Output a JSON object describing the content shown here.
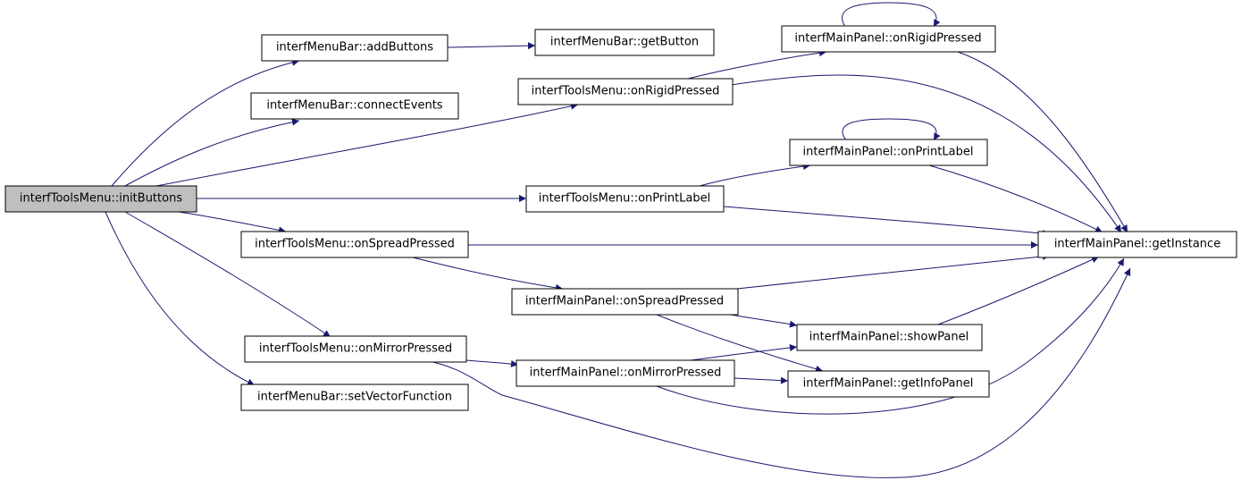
{
  "colors": {
    "edge": "#191970",
    "root_fill": "#bfbfbf",
    "node_fill": "#ffffff",
    "node_stroke": "#000000"
  },
  "nodes": {
    "root": "interfToolsMenu::initButtons",
    "addButtons": "interfMenuBar::addButtons",
    "connectEvents": "interfMenuBar::connectEvents",
    "setVectorFunction": "interfMenuBar::setVectorFunction",
    "getButton": "interfMenuBar::getButton",
    "tmRigid": "interfToolsMenu::onRigidPressed",
    "tmPrint": "interfToolsMenu::onPrintLabel",
    "tmSpread": "interfToolsMenu::onSpreadPressed",
    "tmMirror": "interfToolsMenu::onMirrorPressed",
    "mpRigid": "interfMainPanel::onRigidPressed",
    "mpPrint": "interfMainPanel::onPrintLabel",
    "mpSpread": "interfMainPanel::onSpreadPressed",
    "mpMirror": "interfMainPanel::onMirrorPressed",
    "getInstance": "interfMainPanel::getInstance",
    "showPanel": "interfMainPanel::showPanel",
    "getInfoPanel": "interfMainPanel::getInfoPanel"
  },
  "edges": [
    [
      "root",
      "addButtons"
    ],
    [
      "root",
      "connectEvents"
    ],
    [
      "root",
      "tmRigid"
    ],
    [
      "root",
      "tmPrint"
    ],
    [
      "root",
      "tmSpread"
    ],
    [
      "root",
      "tmMirror"
    ],
    [
      "root",
      "setVectorFunction"
    ],
    [
      "addButtons",
      "getButton"
    ],
    [
      "tmRigid",
      "mpRigid"
    ],
    [
      "tmRigid",
      "getInstance"
    ],
    [
      "mpRigid",
      "mpRigid"
    ],
    [
      "mpRigid",
      "getInstance"
    ],
    [
      "tmPrint",
      "mpPrint"
    ],
    [
      "tmPrint",
      "getInstance"
    ],
    [
      "mpPrint",
      "mpPrint"
    ],
    [
      "mpPrint",
      "getInstance"
    ],
    [
      "tmSpread",
      "getInstance"
    ],
    [
      "tmSpread",
      "mpSpread"
    ],
    [
      "mpSpread",
      "getInstance"
    ],
    [
      "mpSpread",
      "showPanel"
    ],
    [
      "mpSpread",
      "getInfoPanel"
    ],
    [
      "tmMirror",
      "mpMirror"
    ],
    [
      "tmMirror",
      "getInstance"
    ],
    [
      "mpMirror",
      "showPanel"
    ],
    [
      "mpMirror",
      "getInfoPanel"
    ],
    [
      "mpMirror",
      "getInstance"
    ],
    [
      "showPanel",
      "getInstance"
    ]
  ]
}
